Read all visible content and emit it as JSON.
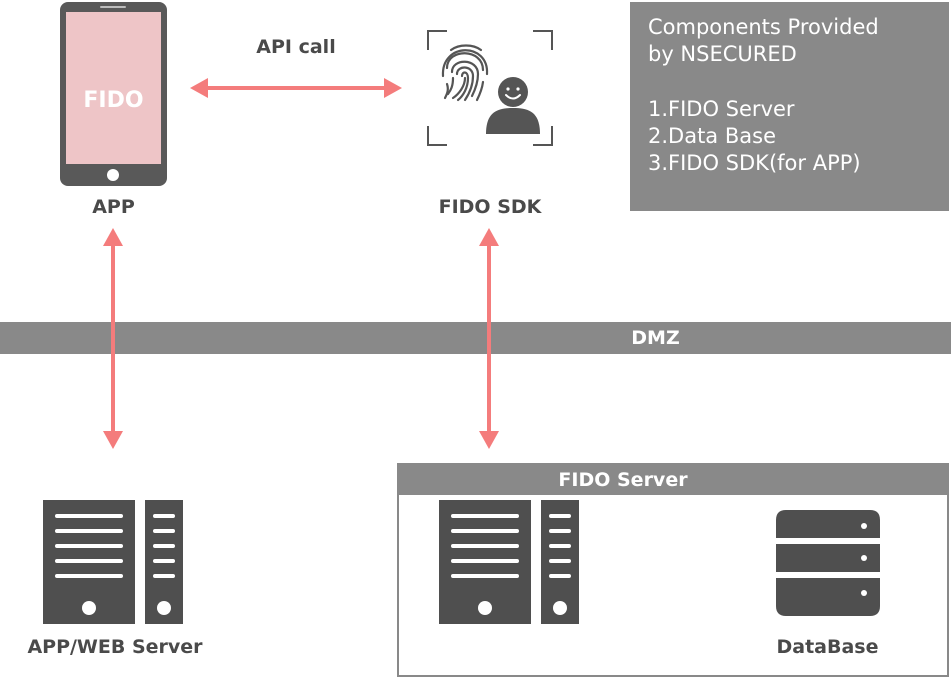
{
  "app": {
    "screen_text": "FIDO",
    "label": "APP"
  },
  "api_call": {
    "label": "API call"
  },
  "sdk": {
    "label": "FIDO SDK"
  },
  "info": {
    "title_line1": "Components Provided",
    "title_line2": "by NSECURED",
    "items": [
      "1.FIDO Server",
      "2.Data Base",
      "3.FIDO SDK(for APP)"
    ]
  },
  "dmz": {
    "label": "DMZ"
  },
  "app_web_server": {
    "label": "APP/WEB Server"
  },
  "fido_server": {
    "title": "FIDO Server"
  },
  "database": {
    "label": "DataBase"
  },
  "colors": {
    "arrow": "#f47c7c",
    "icon_dark": "#4f4f4f",
    "band_gray": "#898989",
    "phone_screen": "#eec5c7"
  }
}
